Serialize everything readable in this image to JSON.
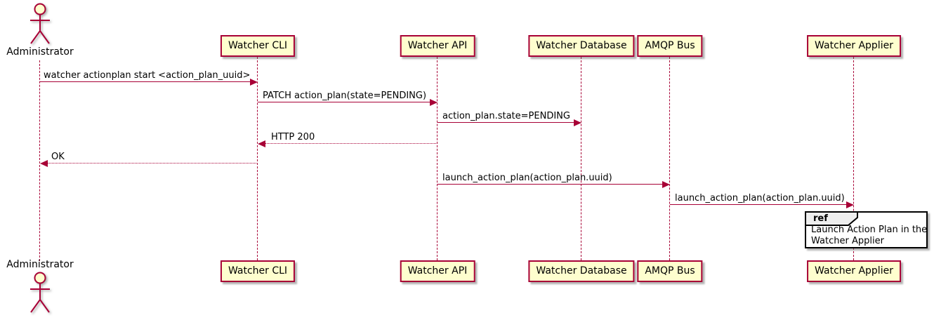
{
  "diagram_type": "uml-sequence",
  "colors": {
    "background": "#FFFFFF",
    "participant_fill": "#FEFECE",
    "participant_border": "#A80036",
    "line": "#A80036",
    "text": "#000000",
    "ref_header_bg": "#EEEEEE",
    "ref_border": "#000000"
  },
  "actor": {
    "name": "Administrator",
    "icon": "stick-figure-actor-icon"
  },
  "participants": [
    {
      "label": "Watcher CLI"
    },
    {
      "label": "Watcher API"
    },
    {
      "label": "Watcher Database"
    },
    {
      "label": "AMQP Bus"
    },
    {
      "label": "Watcher Applier"
    }
  ],
  "messages": [
    {
      "label": "watcher actionplan start <action_plan_uuid>",
      "from": "Administrator",
      "to": "Watcher CLI",
      "style": "solid"
    },
    {
      "label": "PATCH action_plan(state=PENDING)",
      "from": "Watcher CLI",
      "to": "Watcher API",
      "style": "solid"
    },
    {
      "label": "action_plan.state=PENDING",
      "from": "Watcher API",
      "to": "Watcher Database",
      "style": "solid"
    },
    {
      "label": "HTTP 200",
      "from": "Watcher API",
      "to": "Watcher CLI",
      "style": "dotted"
    },
    {
      "label": "OK",
      "from": "Watcher CLI",
      "to": "Administrator",
      "style": "dotted"
    },
    {
      "label": "launch_action_plan(action_plan.uuid)",
      "from": "Watcher API",
      "to": "AMQP Bus",
      "style": "solid"
    },
    {
      "label": "launch_action_plan(action_plan.uuid)",
      "from": "AMQP Bus",
      "to": "Watcher Applier",
      "style": "solid"
    }
  ],
  "ref": {
    "keyword": "ref",
    "over": "Watcher Applier",
    "lines": [
      "Launch Action Plan in the",
      "Watcher Applier"
    ]
  }
}
